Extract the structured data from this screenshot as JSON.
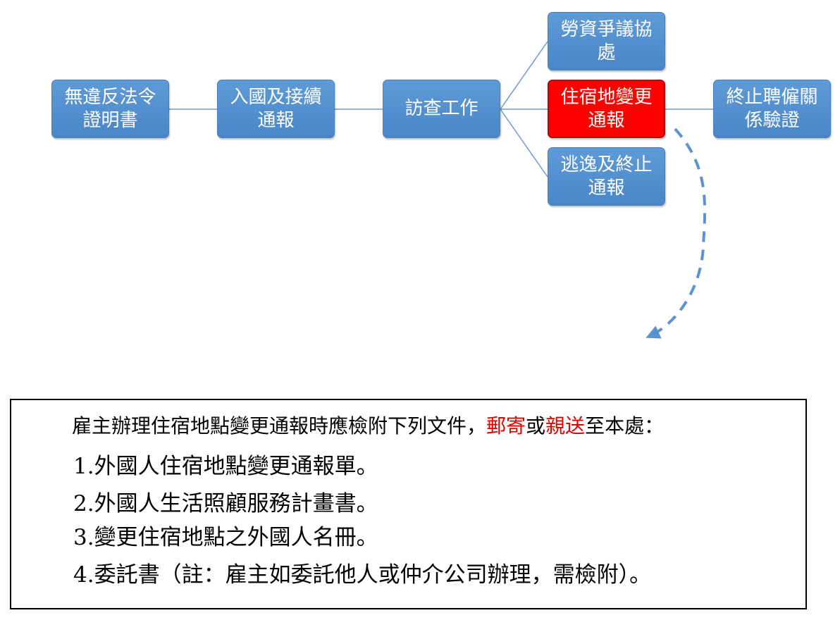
{
  "flow": {
    "nodes": [
      {
        "id": "n1",
        "label": "無違反法令\n證明書"
      },
      {
        "id": "n2",
        "label": "入國及接續\n通報"
      },
      {
        "id": "n3",
        "label": "訪查工作"
      },
      {
        "id": "n4",
        "label": "勞資爭議協\n處"
      },
      {
        "id": "n5",
        "label": "住宿地變更\n通報",
        "highlighted": true
      },
      {
        "id": "n6",
        "label": "逃逸及終止\n通報"
      },
      {
        "id": "n7",
        "label": "終止聘僱關\n係驗證"
      }
    ],
    "edges": [
      {
        "from": "n1",
        "to": "n2"
      },
      {
        "from": "n2",
        "to": "n3"
      },
      {
        "from": "n3",
        "to": "n4"
      },
      {
        "from": "n3",
        "to": "n5"
      },
      {
        "from": "n3",
        "to": "n6"
      },
      {
        "from": "n5",
        "to": "n7"
      }
    ],
    "callout_arrow": {
      "from": "n5",
      "to": "note",
      "style": "dashed"
    },
    "colors": {
      "node_fill": "#4f8fd0",
      "node_border": "#4a80bc",
      "highlight_fill": "#ff0000",
      "connector": "#6c9bd0",
      "arrow": "#5a93d0"
    }
  },
  "note": {
    "intro_before": "雇主辦理住宿地點變更通報時應檢附下列文件，",
    "intro_red1": "郵寄",
    "intro_mid": "或",
    "intro_red2": "親送",
    "intro_after": "至本處：",
    "items": [
      "1.外國人住宿地點變更通報單。",
      "2.外國人生活照顧服務計畫書。",
      "3.變更住宿地點之外國人名冊。",
      "4.委託書（註：雇主如委託他人或仲介公司辦理，需檢附）。"
    ]
  }
}
